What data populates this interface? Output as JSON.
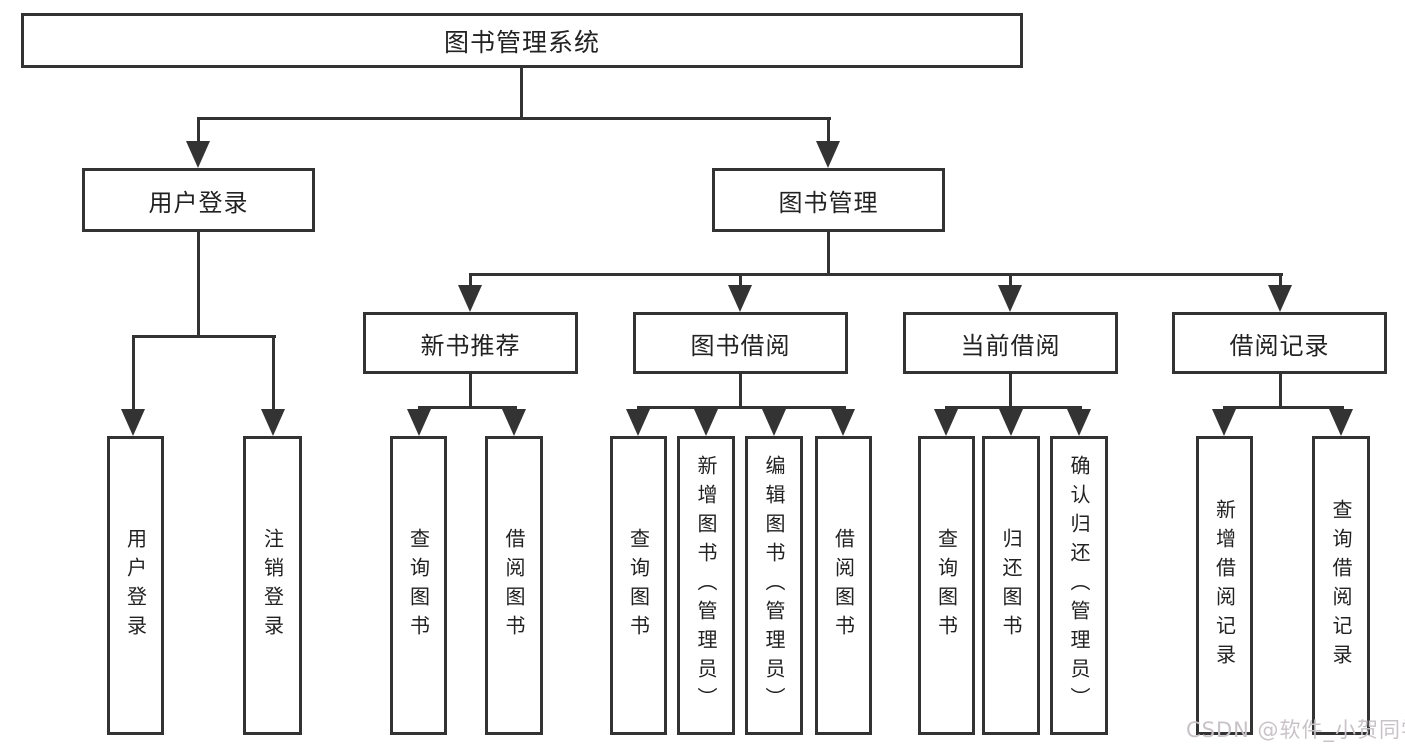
{
  "colors": {
    "line": "#333333",
    "box_border": "#333333",
    "text": "#222222",
    "background": "#ffffff",
    "watermark_text": "#c9c3c8"
  },
  "watermark": {
    "text": "CSDN @软件_小贺同学"
  },
  "diagram": {
    "root": {
      "label": "图书管理系统"
    },
    "branches": {
      "user_login": {
        "label": "用户登录",
        "children": [
          "用户登录",
          "注销登录"
        ]
      },
      "book_management": {
        "label": "图书管理",
        "children": {
          "new_book_recommend": {
            "label": "新书推荐",
            "children": [
              "查询图书",
              "借阅图书"
            ]
          },
          "book_borrow": {
            "label": "图书借阅",
            "children": [
              "查询图书",
              "新增图书（管理员）",
              "编辑图书（管理员）",
              "借阅图书"
            ]
          },
          "current_borrow": {
            "label": "当前借阅",
            "children": [
              "查询图书",
              "归还图书",
              "确认归还（管理员）"
            ]
          },
          "borrow_records": {
            "label": "借阅记录",
            "children": [
              "新增借阅记录",
              "查询借阅记录"
            ]
          }
        }
      }
    }
  }
}
